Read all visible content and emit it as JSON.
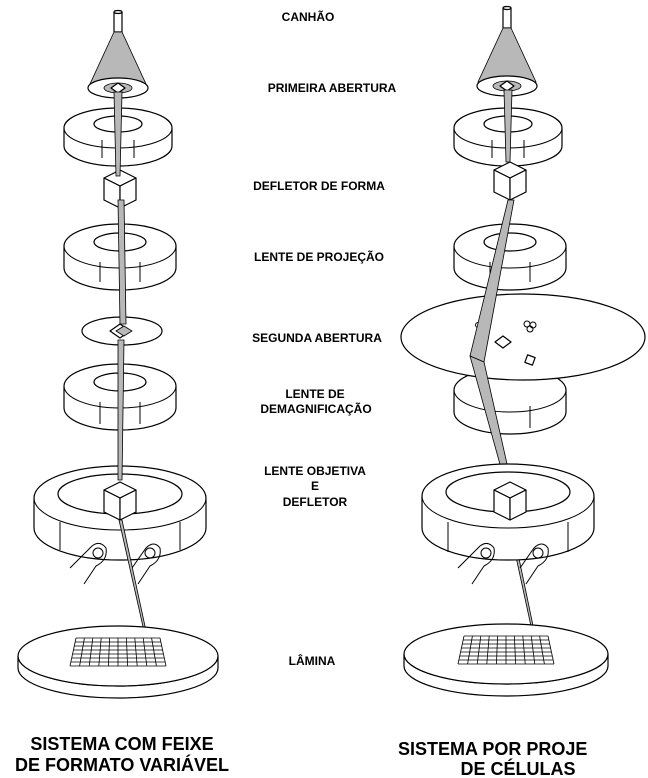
{
  "labels": {
    "canhao": "CANHÃO",
    "primeira_abertura": "PRIMEIRA ABERTURA",
    "defletor_forma": "DEFLETOR DE FORMA",
    "lente_projecao": "LENTE DE PROJEÇÃO",
    "segunda_abertura": "SEGUNDA ABERTURA",
    "lente_demag_1": "LENTE DE",
    "lente_demag_2": "DEMAGNIFICAÇÃO",
    "lente_obj_1": "LENTE OBJETIVA",
    "lente_obj_2": "E",
    "lente_obj_3": "DEFLETOR",
    "lamina": "LÂMINA"
  },
  "captions": {
    "left_1": "SISTEMA COM FEIXE",
    "left_2": "DE FORMATO VARIÁVEL",
    "right_1": "SISTEMA POR PROJE",
    "right_2": "DE CÉLULAS"
  },
  "colors": {
    "beam": "#b8b8b8",
    "line": "#000000",
    "background": "#ffffff"
  }
}
